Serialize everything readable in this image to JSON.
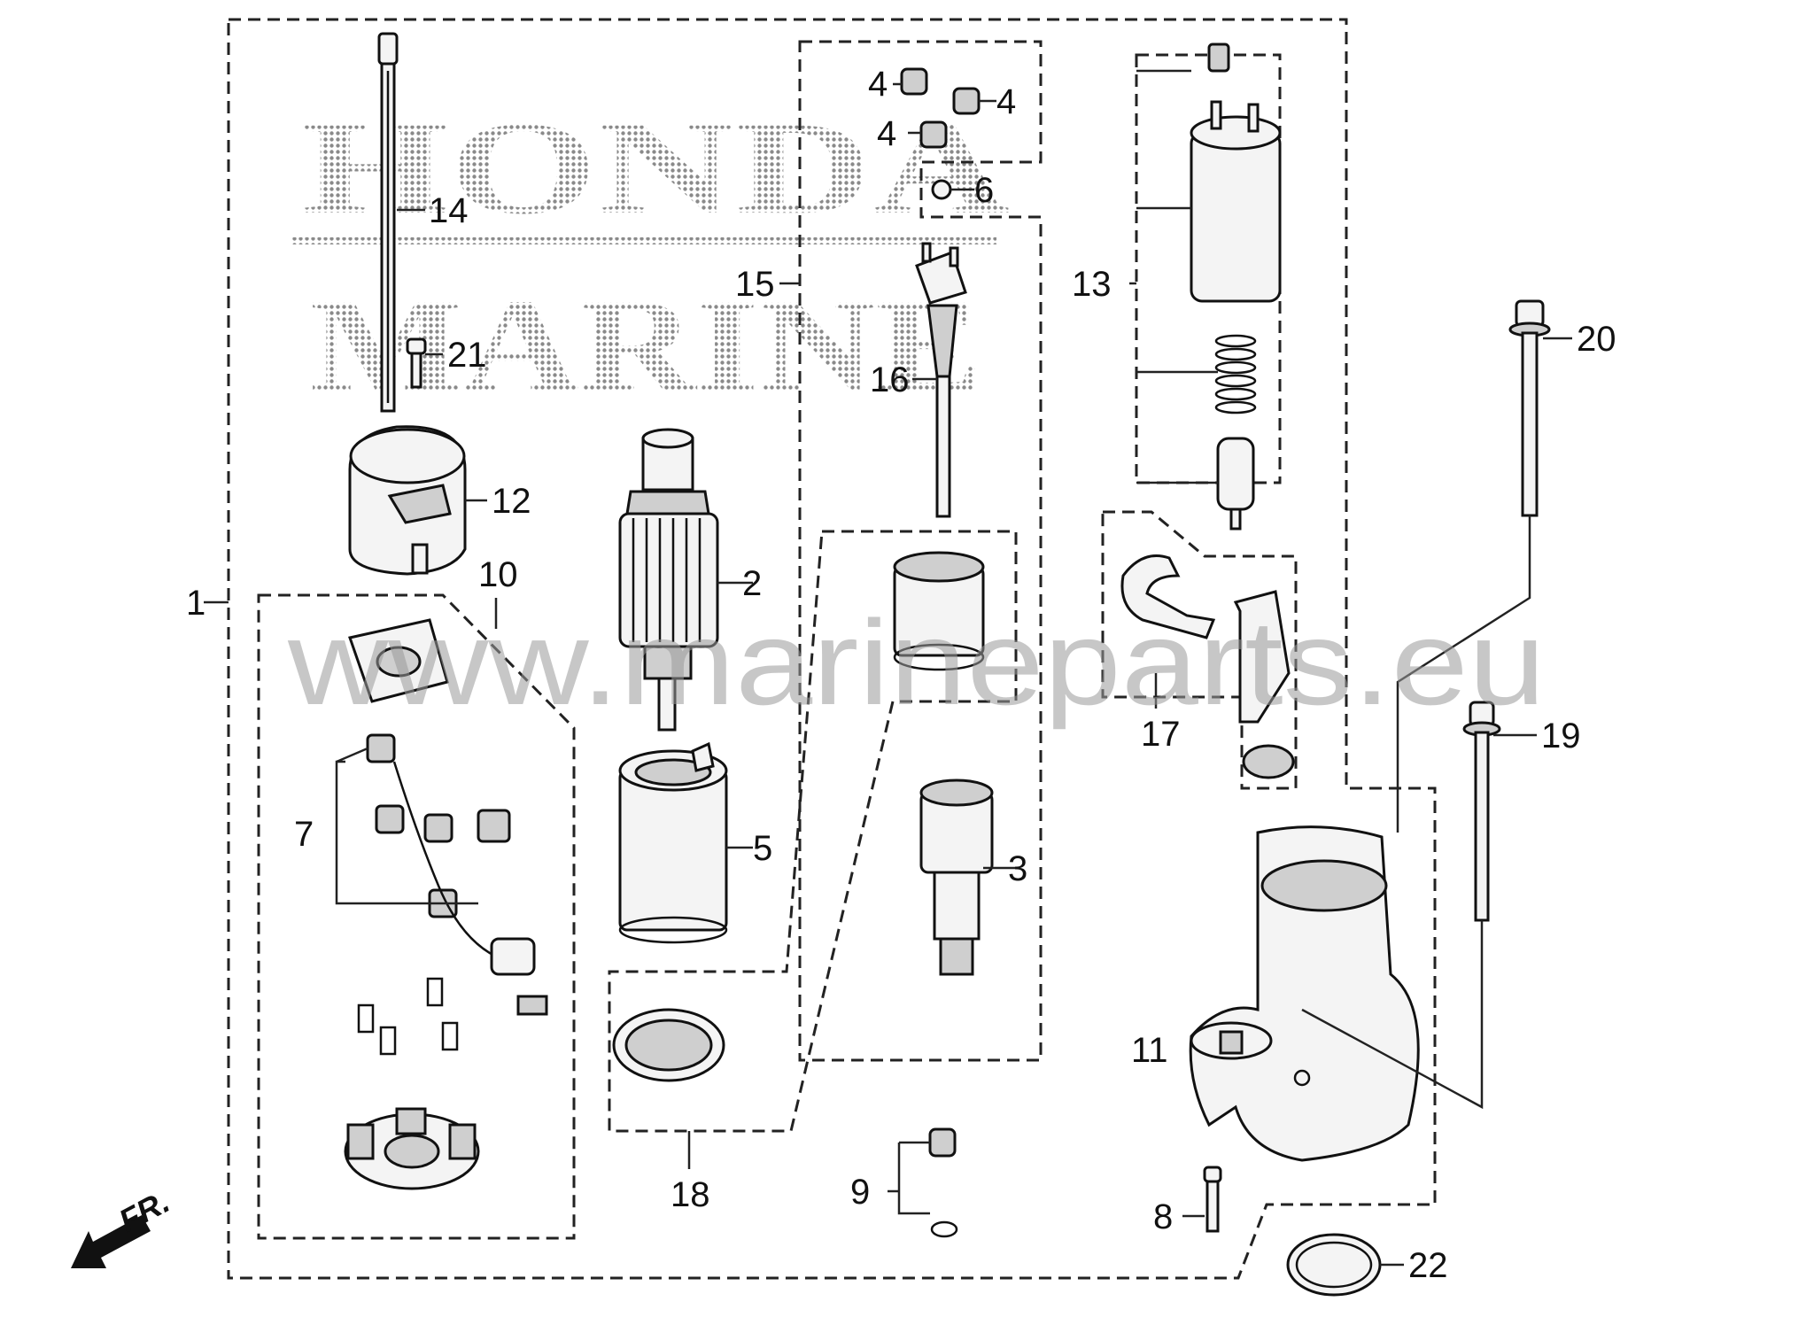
{
  "watermark": "www.marineparts.eu",
  "logo": {
    "line1": "HONDA",
    "line2": "MARINE"
  },
  "direction_label": "FR.",
  "callouts": {
    "c1": "1",
    "c2": "2",
    "c3": "3",
    "c4a": "4",
    "c4b": "4",
    "c4c": "4",
    "c5": "5",
    "c6": "6",
    "c7": "7",
    "c8": "8",
    "c9": "9",
    "c10": "10",
    "c11": "11",
    "c12": "12",
    "c13": "13",
    "c14": "14",
    "c15": "15",
    "c16": "16",
    "c17": "17",
    "c18": "18",
    "c19": "19",
    "c20": "20",
    "c21": "21",
    "c22": "22"
  }
}
